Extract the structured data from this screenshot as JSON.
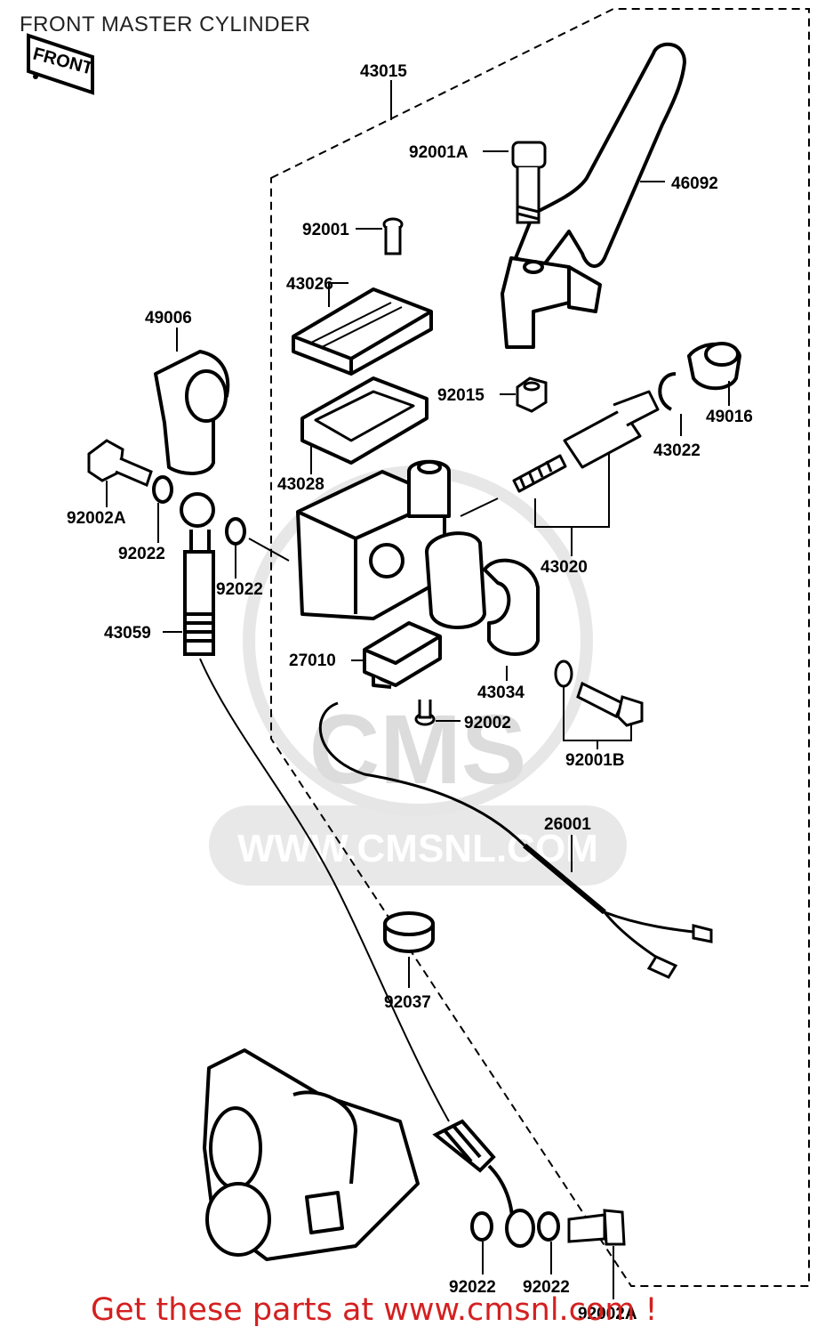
{
  "title": "FRONT MASTER CYLINDER",
  "front_badge": "FRONT",
  "watermark": {
    "logo": "CMS",
    "url": "WWW.CMSNL.COM"
  },
  "parts": [
    {
      "id": "43015"
    },
    {
      "id": "92001A"
    },
    {
      "id": "46092"
    },
    {
      "id": "92001"
    },
    {
      "id": "43026"
    },
    {
      "id": "49006"
    },
    {
      "id": "92015"
    },
    {
      "id": "49016"
    },
    {
      "id": "43022"
    },
    {
      "id": "43028"
    },
    {
      "id": "92002A"
    },
    {
      "id": "92022"
    },
    {
      "id": "92022"
    },
    {
      "id": "43020"
    },
    {
      "id": "43059"
    },
    {
      "id": "27010"
    },
    {
      "id": "43034"
    },
    {
      "id": "92002"
    },
    {
      "id": "92001B"
    },
    {
      "id": "26001"
    },
    {
      "id": "92037"
    },
    {
      "id": "92022"
    },
    {
      "id": "92022"
    },
    {
      "id": "92002A"
    }
  ],
  "footer": "Get these parts at www.cmsnl.com !"
}
